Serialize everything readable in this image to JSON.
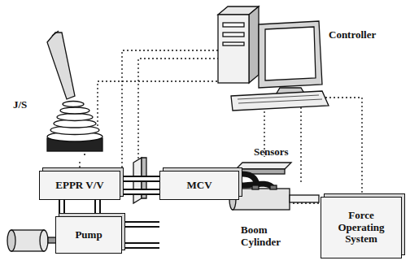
{
  "diagram": {
    "nodes": [
      {
        "text": [
          "EPPR V/V"
        ]
      },
      {
        "text": [
          "MCV"
        ]
      },
      {
        "text": [
          "Pump"
        ]
      },
      {
        "text": [
          "Force Operating System"
        ]
      }
    ],
    "edges": [
      {
        "from": 0,
        "to": 2,
        "arrow": "none"
      },
      {
        "from": 0,
        "to": 1,
        "arrow": "none"
      },
      {
        "from": 2,
        "to": 1,
        "arrow": "none"
      }
    ],
    "labels": [
      "J/S",
      "Controller",
      "Sensors",
      "Boom Cylinder"
    ]
  }
}
